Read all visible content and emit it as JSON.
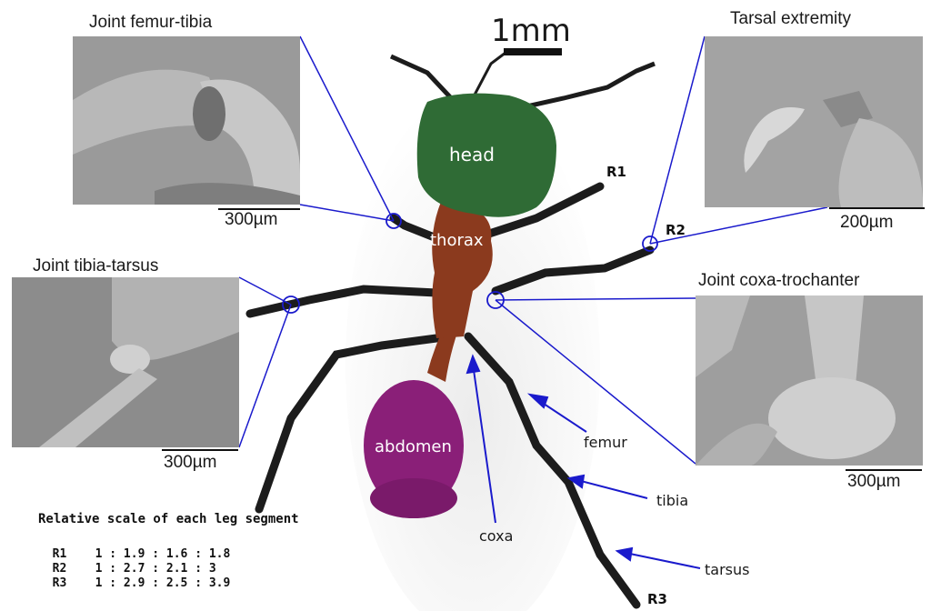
{
  "scale_main": "1mm",
  "panels": {
    "femur_tibia": {
      "title": "Joint femur-tibia",
      "scale": "300µm"
    },
    "tibia_tarsus": {
      "title": "Joint tibia-tarsus",
      "scale": "300µm"
    },
    "tarsal": {
      "title": "Tarsal extremity",
      "scale": "200µm"
    },
    "coxa_trochanter": {
      "title": "Joint coxa-trochanter",
      "scale": "300µm"
    }
  },
  "body_parts": {
    "head": "head",
    "thorax": "thorax",
    "abdomen": "abdomen"
  },
  "segments": {
    "coxa": "coxa",
    "femur": "femur",
    "tibia": "tibia",
    "tarsus": "tarsus"
  },
  "legs": {
    "r1": "R1",
    "r2": "R2",
    "r3": "R3"
  },
  "relative_scale": {
    "title": "Relative scale of each leg segment",
    "rows": [
      {
        "leg": "R1",
        "ratio": "1 : 1.9 : 1.6 : 1.8"
      },
      {
        "leg": "R2",
        "ratio": "1 : 2.7 : 2.1 : 3"
      },
      {
        "leg": "R3",
        "ratio": "1 : 2.9 : 2.5 : 3.9"
      }
    ]
  },
  "colors": {
    "head": "#2f6b35",
    "thorax": "#8b3a1e",
    "abdomen": "#8a1f78",
    "pointer": "#1a1acc",
    "leg": "#1c1c1c"
  }
}
